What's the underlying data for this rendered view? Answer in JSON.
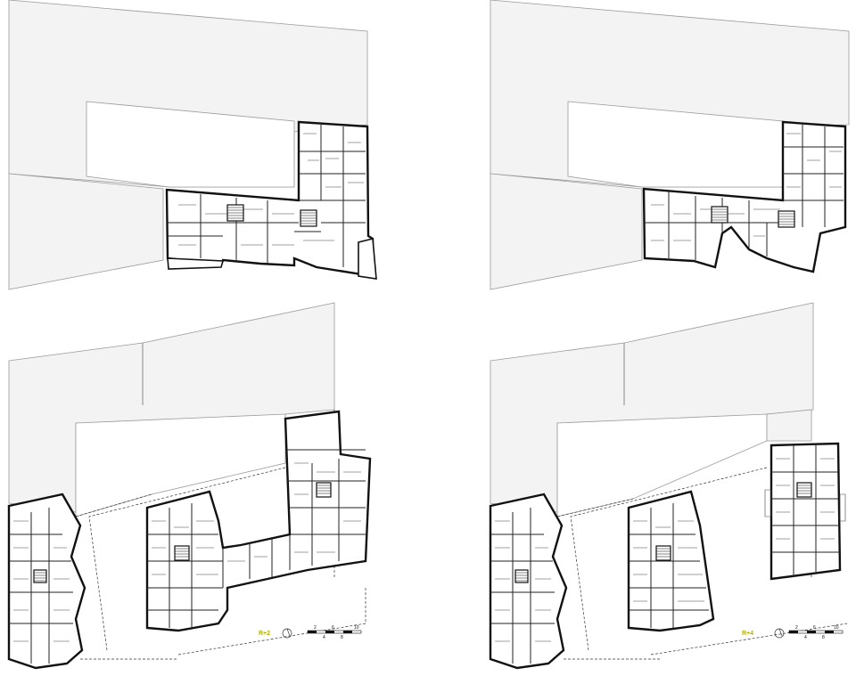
{
  "plans": [
    {
      "id": "plan-top-left",
      "label": ""
    },
    {
      "id": "plan-top-right",
      "label": ""
    },
    {
      "id": "plan-bottom-left",
      "label": "R+2"
    },
    {
      "id": "plan-bottom-right",
      "label": "R+4"
    }
  ],
  "scale_bar": {
    "top_ticks": [
      "2",
      "6",
      "10"
    ],
    "bottom_ticks": [
      "4",
      "8"
    ]
  },
  "colors": {
    "context_fill": "#f3f3f3",
    "wall": "#111111",
    "floor_label": "#b8b000"
  },
  "icons": [
    "north-arrow-icon",
    "stair-icon"
  ]
}
